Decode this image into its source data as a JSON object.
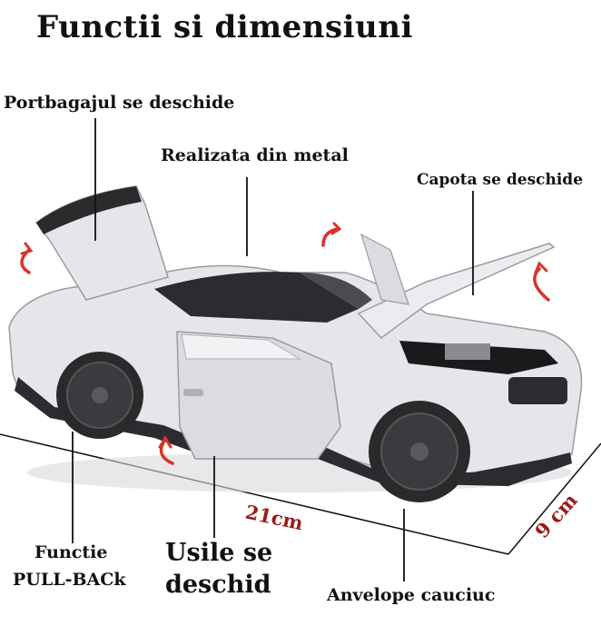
{
  "title": "Functii si dimensiuni",
  "labels": {
    "trunk": "Portbagajul se deschide",
    "metal": "Realizata din metal",
    "hood": "Capota se deschide",
    "pullback_line1": "Functie",
    "pullback_line2": "PULL-BACk",
    "doors_line1": "Usile se",
    "doors_line2": "deschid",
    "tires": "Anvelope cauciuc"
  },
  "dimensions": {
    "length": "21cm",
    "width": "9 cm"
  },
  "colors": {
    "car_body": "#e6e6ea",
    "tire": "#2a2a2c",
    "arrow": "#d9342b",
    "dimension_text": "#9b1b1b"
  }
}
